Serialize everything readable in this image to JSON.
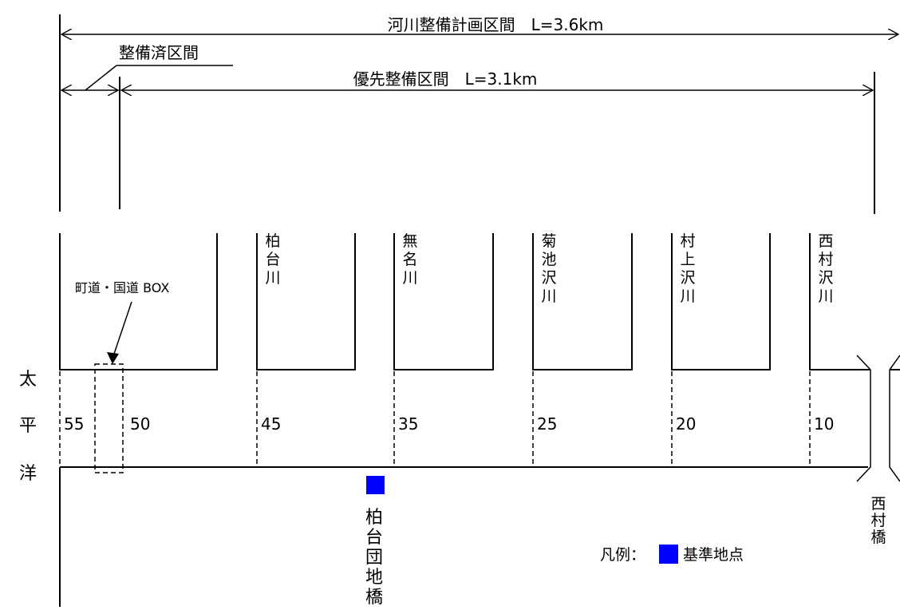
{
  "spans": {
    "plan": "河川整備計画区間　L=3.6km",
    "priority": "優先整備区間　L=3.1km",
    "done": "整備済区間"
  },
  "ocean": [
    "太",
    "平",
    "洋"
  ],
  "box_label": "町道・国道 BOX",
  "distances": [
    "55",
    "50",
    "45",
    "35",
    "25",
    "20",
    "10"
  ],
  "tributaries": [
    "柏台川",
    "無名川",
    "菊池沢川",
    "村上沢川",
    "西村沢川"
  ],
  "bridges": {
    "kashiwadai_danchi": "柏台団地橋",
    "nishimura": "西村橋"
  },
  "legend": {
    "prefix": "凡例：",
    "label": "基準地点",
    "color": "#0000ff"
  }
}
